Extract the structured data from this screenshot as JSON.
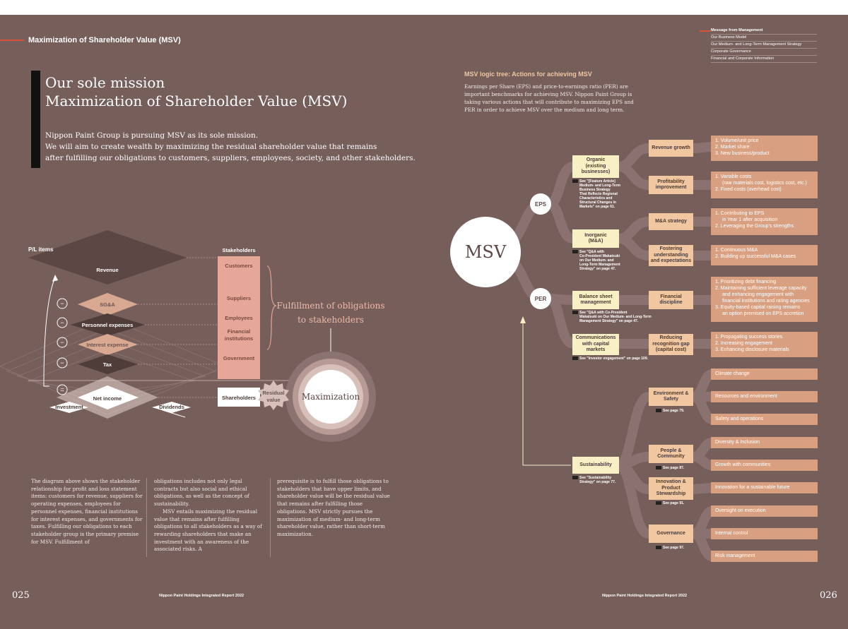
{
  "header": {
    "section_title": "Maximization of Shareholder Value (MSV)"
  },
  "nav": {
    "items": [
      "Message from Management",
      "Our Business Model",
      "Our Medium- and Long-Term Management Strategy",
      "Corporate Governance",
      "Financial and Corporate Information"
    ]
  },
  "left": {
    "title_line1": "Our sole mission",
    "title_line2": "Maximization of Shareholder Value (MSV)",
    "lead_line1": "Nippon Paint Group is pursuing MSV as its sole mission.",
    "lead_line2": "We will aim to create wealth by maximizing the residual shareholder value that remains",
    "lead_line3": "after fulfilling our obligations to customers, suppliers, employees, society, and other stakeholders.",
    "pl_items_label": "P/L items",
    "stakeholders_label": "Stakeholders",
    "pl": {
      "revenue": "Revenue",
      "sga": "SG&A",
      "personnel": "Personnel expenses",
      "interest": "Interest expense",
      "tax": "Tax",
      "net_income": "Net income",
      "investment": "Investment",
      "dividends": "Dividends"
    },
    "signs": {
      "minus": "−",
      "equals": "="
    },
    "stakeholders": {
      "customers": "Customers",
      "suppliers": "Suppliers",
      "employees": "Employees",
      "financial1": "Financial",
      "financial2": "institutions",
      "government": "Government",
      "shareholders": "Shareholders"
    },
    "fulfillment_line1": "Fulfillment of obligations",
    "fulfillment_line2": "to stakeholders",
    "residual_line1": "Residual",
    "residual_line2": "value",
    "maximization": "Maximization",
    "col1": "The diagram above shows the stakeholder relationship for profit and loss statement items: customers for revenue, suppliers for operating expenses, employees for personnel expenses, financial institutions for interest expenses, and governments for taxes. Fulfilling our obligations to each stakeholder group is the primary premise for MSV. Fulfillment of",
    "col2a": "obligations includes not only legal contracts but also social and ethical obligations, as well as the concept of sustainability.",
    "col2b": "MSV entails maximizing the residual value that remains after fulfilling obligations to all stakeholders as a way of rewarding shareholders that make an investment with an awareness of the associated risks. A",
    "col3": "prerequisite is to fulfill those obligations to stakeholders that have upper limits, and shareholder value will be the residual value that remains after fulfilling those obligations. MSV strictly pursues the maximization of medium- and long-term shareholder value, rather than short-term maximization."
  },
  "right": {
    "tree_title": "MSV logic tree: Actions for achieving MSV",
    "tree_desc1": "Earnings per Share (EPS) and price-to-earnings ratio (PER) are",
    "tree_desc2": "important benchmarks for achieving MSV. Nippon Paint Group is",
    "tree_desc3": "taking various actions that will contribute to maximizing EPS and",
    "tree_desc4": "PER in order to achieve MSV over the medium and long term.",
    "msv": "MSV",
    "eps": "EPS",
    "per": "PER",
    "l1": {
      "organic": [
        "Organic",
        "(existing",
        "businesses)"
      ],
      "inorganic": [
        "Inorganic",
        "(M&A)"
      ],
      "balance": [
        "Balance sheet",
        "management"
      ],
      "communications": [
        "Communications",
        "with capital",
        "markets"
      ],
      "sustainability": [
        "Sustainability"
      ]
    },
    "refs": {
      "organic": [
        "See \"[Feature Article]",
        "Medium- and Long-Term",
        "Business Strategy",
        "That Reflects Regional",
        "Characteristics and",
        "Structural Changes in",
        "Markets\" on page 61."
      ],
      "inorganic": [
        "See \"Q&A with",
        "Co-President Wakatsuki",
        "on Our Medium- and",
        "Long-Term Management",
        "Strategy\" on page 47."
      ],
      "balance": [
        "See \"Q&A with Co-President",
        "Wakatsuki on Our Medium- and Long-Term",
        "Management Strategy\" on page 47."
      ],
      "communications": [
        "See \"Investor engagement\" on page 109."
      ],
      "sustainability": [
        "See \"Sustainability",
        "Strategy\" on page 77."
      ],
      "env": [
        "See page 79."
      ],
      "people": [
        "See page 87."
      ],
      "innovation": [
        "See page 91."
      ],
      "governance": [
        "See page 97."
      ]
    },
    "l2": {
      "revenue_growth": [
        "Revenue growth"
      ],
      "profitability": [
        "Profitability",
        "improvement"
      ],
      "ma_strategy": [
        "M&A strategy"
      ],
      "fostering": [
        "Fostering",
        "understanding",
        "and expectations"
      ],
      "financial_discipline": [
        "Financial discipline"
      ],
      "reducing": [
        "Reducing",
        "recognition gap",
        "(capital cost)"
      ],
      "env": [
        "Environment &",
        "Safety"
      ],
      "people": [
        "People &",
        "Community"
      ],
      "innovation": [
        "Innovation &",
        "Product",
        "Stewardship"
      ],
      "governance": [
        "Governance"
      ]
    },
    "l3": {
      "revenue_growth": [
        "1. Volume/unit price",
        "2. Market share",
        "3. New business/product"
      ],
      "profitability": [
        "1. Variable costs",
        "(raw materials cost, logistics cost, etc.)",
        "2. Fixed costs (overhead cost)"
      ],
      "ma_strategy": [
        "1. Contributing to EPS",
        "in Year 1 after acquisition",
        "2. Leveraging the Group's strengths"
      ],
      "fostering": [
        "1. Continuous M&A",
        "2. Building up successful M&A cases"
      ],
      "financial_discipline": [
        "1. Prioritizing debt financing",
        "2. Maintaining sufficient leverage capacity",
        "and enhancing engagement with",
        "financial institutions and rating agencies",
        "3. Equity-based capital raising remains",
        "an option premised on EPS accretion"
      ],
      "reducing": [
        "1. Propagating success stories",
        "2. Increasing engagement",
        "3. Enhancing disclosure materials"
      ],
      "sust": [
        "Climate change",
        "Resources and environment",
        "Safety and operations",
        "Diversity & Inclusion",
        "Growth with communities",
        "Innovation for a sustainable future",
        "Oversight on execution",
        "Internal control",
        "Risk management"
      ]
    }
  },
  "footer": {
    "left_page": "025",
    "right_page": "026",
    "report_name": "Nippon Paint Holdings Integrated Report 2022"
  },
  "colors": {
    "background": "#765e5b",
    "accent": "#d9513a",
    "salmon": "#d8a080",
    "light_orange": "#f0c7a0",
    "yellow": "#f7f0c4"
  }
}
